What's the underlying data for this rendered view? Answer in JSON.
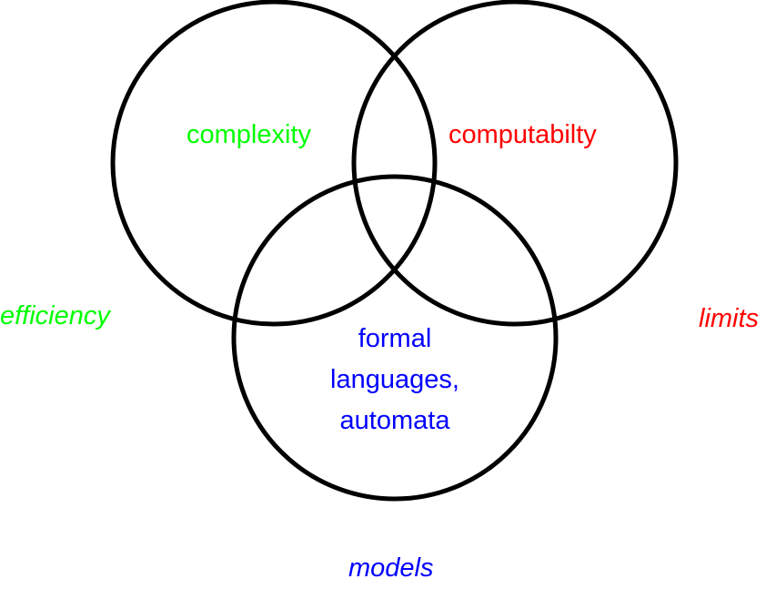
{
  "colors": {
    "circle_stroke": "#000000",
    "green": "#00ff00",
    "red": "#ff0000",
    "blue": "#0000ff"
  },
  "circles": [
    {
      "name": "complexity",
      "label": "complexity",
      "label_color": "green"
    },
    {
      "name": "computability",
      "label": "computabilty",
      "label_color": "red"
    },
    {
      "name": "formal-languages",
      "label_lines": [
        "formal",
        "languages,",
        "automata"
      ],
      "label_color": "blue"
    }
  ],
  "outer_labels": {
    "efficiency": "efficiency",
    "limits": "limits",
    "models": "models"
  }
}
